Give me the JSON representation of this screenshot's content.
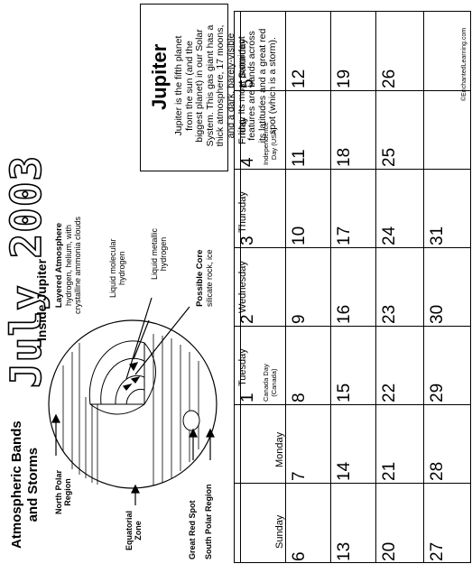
{
  "title": "July 2003",
  "info": {
    "heading": "Jupiter",
    "lines": [
      "Jupiter is the fifth planet",
      "from the sun (and the",
      "biggest planet) in our Solar",
      "System. This gas giant has a",
      "thick atmosphere, 17 moons,",
      "and a dark, barely-visible",
      "ring. Its most prominent",
      "features are bands across",
      "its latitudes and  a great red",
      "spot (which is a storm)."
    ]
  },
  "credit": "©EnchantedLearning.com",
  "diagram": {
    "left_heading_1": "Atmospheric Bands",
    "left_heading_2": "and Storms",
    "inside_heading": "Inside Jupiter",
    "north_polar_1": "North Polar",
    "north_polar_2": "Region",
    "equatorial_1": "Equatorial",
    "equatorial_2": "Zone",
    "great_red_spot": "Great Red Spot",
    "south_polar": "South Polar Region",
    "layered_title": "Layered Atmosphere",
    "layered_1": "hydrogen, helium, with",
    "layered_2": "crystalline ammonia clouds",
    "molecular_1": "Liquid molecular",
    "molecular_2": "hydrogen",
    "metallic_1": "Liquid metallic",
    "metallic_2": "hydrogen",
    "core_title": "Possible Core",
    "core_sub": "silicate rock, ice"
  },
  "calendar": {
    "days": [
      "Sunday",
      "Monday",
      "Tuesday",
      "Wednesday",
      "Thursday",
      "Friday",
      "Saturday"
    ],
    "rows": [
      [
        null,
        null,
        "1",
        "2",
        "3",
        "4",
        "5"
      ],
      [
        "6",
        "7",
        "8",
        "9",
        "10",
        "11",
        "12"
      ],
      [
        "13",
        "14",
        "15",
        "16",
        "17",
        "18",
        "19"
      ],
      [
        "20",
        "21",
        "22",
        "23",
        "24",
        "25",
        "26"
      ],
      [
        "27",
        "28",
        "29",
        "30",
        "31",
        null,
        null
      ]
    ],
    "holidays": {
      "canada_1": "Canada Day",
      "canada_2": "(Canada)",
      "indep_1": "Independence",
      "indep_2": "Day (USA)"
    }
  }
}
